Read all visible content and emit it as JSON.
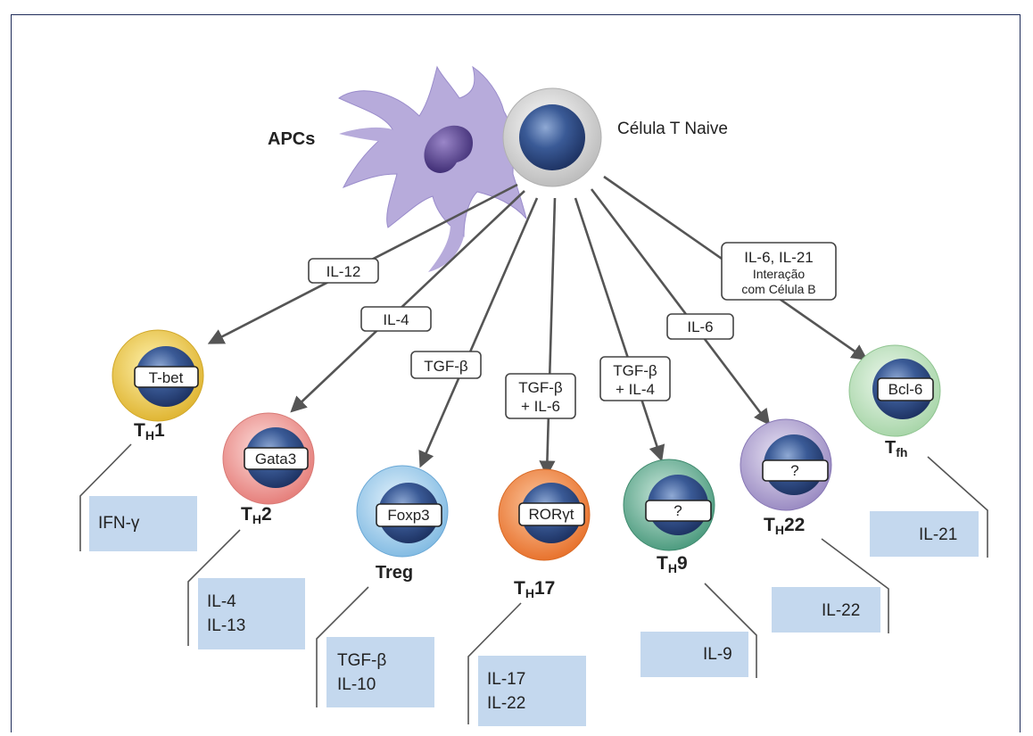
{
  "top": {
    "apc_label": "APCs",
    "naive_label": "Célula T Naive"
  },
  "signals": {
    "il12": "IL-12",
    "il4": "IL-4",
    "tgfb": "TGF-β",
    "tgfb_il6_line1": "TGF-β",
    "tgfb_il6_line2": "+ IL-6",
    "tgfb_il4_line1": "TGF-β",
    "tgfb_il4_line2": "+ IL-4",
    "il6": "IL-6",
    "tfh_line1": "IL-6, IL-21",
    "tfh_line2": "Interação",
    "tfh_line3": "com Célula B"
  },
  "cells": {
    "th1": {
      "tf": "T-bet",
      "name_main": "T",
      "name_sub": "H",
      "name_suffix": "1",
      "color": "#e9c54a"
    },
    "th2": {
      "tf": "Gata3",
      "name_main": "T",
      "name_sub": "H",
      "name_suffix": "2",
      "color": "#e98f8c"
    },
    "treg": {
      "tf": "Foxp3",
      "name": "Treg",
      "color": "#8fc3e6"
    },
    "th17": {
      "tf": "RORγt",
      "name_main": "T",
      "name_sub": "H",
      "name_suffix": "17",
      "color": "#ec8443"
    },
    "th9": {
      "tf": "?",
      "name_main": "T",
      "name_sub": "H",
      "name_suffix": "9",
      "color": "#5fa98f"
    },
    "th22": {
      "tf": "?",
      "name_main": "T",
      "name_sub": "H",
      "name_suffix": "22",
      "color": "#a698c9"
    },
    "tfh": {
      "tf": "Bcl-6",
      "name_main": "T",
      "name_sub": "fh",
      "name_suffix": "",
      "color": "#b4dcb5"
    }
  },
  "cytokines": {
    "th1": [
      "IFN-γ"
    ],
    "th2": [
      "IL-4",
      "IL-13"
    ],
    "treg": [
      "TGF-β",
      "IL-10"
    ],
    "th17": [
      "IL-17",
      "IL-22"
    ],
    "th9": [
      "IL-9"
    ],
    "th22": [
      "IL-22"
    ],
    "tfh": [
      "IL-21"
    ]
  },
  "colors": {
    "frame": "#1f2d5a",
    "nucleus": "#2f4d86",
    "apc": "#a99ad0",
    "cytokine_box": "#c4d8ee",
    "arrow": "#5a5a5a"
  }
}
